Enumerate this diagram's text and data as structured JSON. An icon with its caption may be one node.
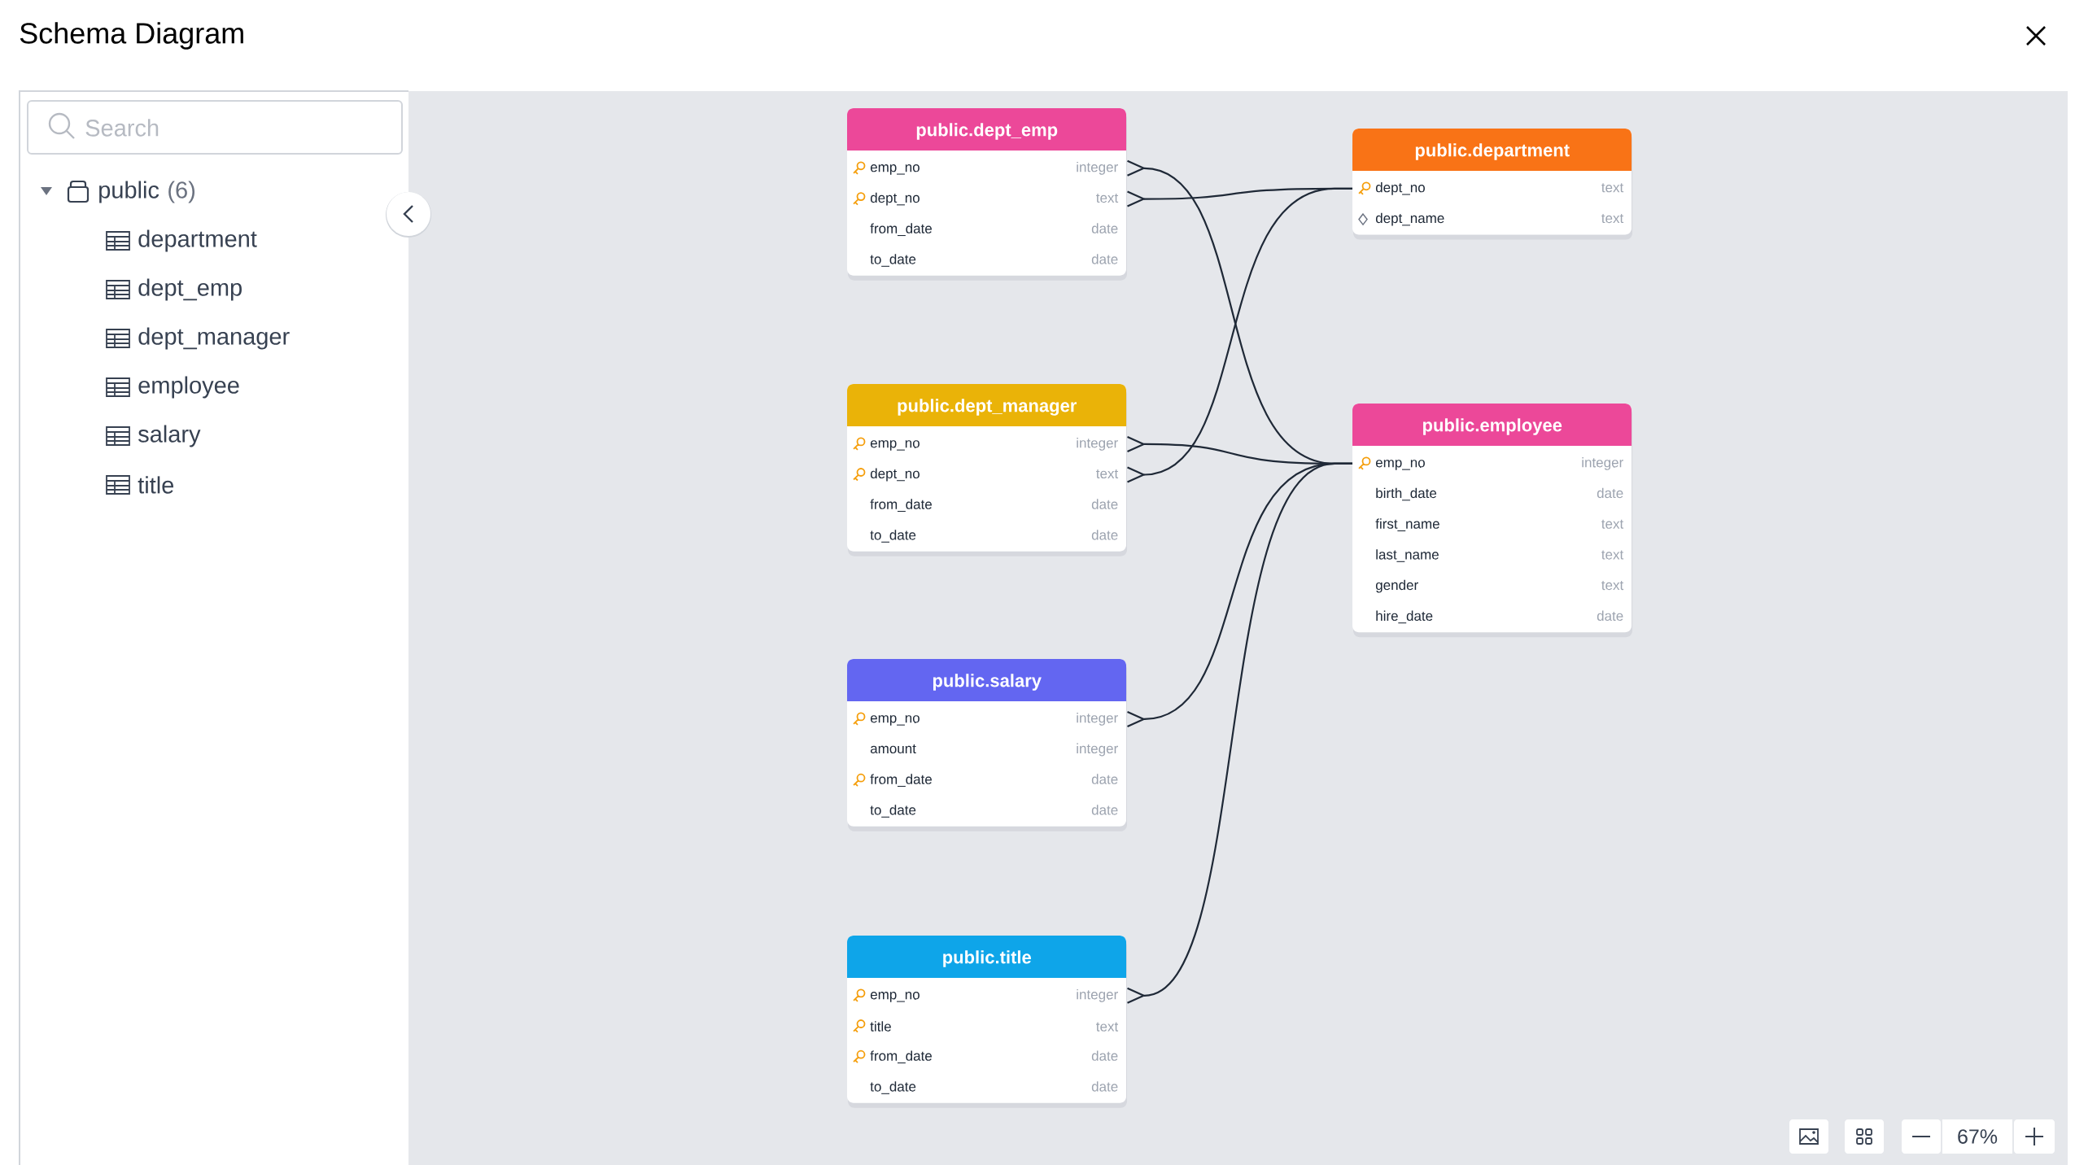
{
  "diagram": {
    "title": "Schema Diagram",
    "nodes": [
      {
        "text": [
          "public.dept_emp"
        ]
      },
      {
        "text": [
          "emp_no",
          "integer"
        ],
        "in": 0
      },
      {
        "text": [
          "dept_no",
          "text"
        ],
        "in": 0
      },
      {
        "text": [
          "from_date",
          "date"
        ],
        "in": 0
      },
      {
        "text": [
          "to_date",
          "date"
        ],
        "in": 0
      },
      {
        "text": [
          "public.department"
        ]
      },
      {
        "text": [
          "dept_no",
          "text"
        ],
        "in": 5
      },
      {
        "text": [
          "dept_name",
          "text"
        ],
        "in": 5
      },
      {
        "text": [
          "public.dept_manager"
        ]
      },
      {
        "text": [
          "emp_no",
          "integer"
        ],
        "in": 8
      },
      {
        "text": [
          "dept_no",
          "text"
        ],
        "in": 8
      },
      {
        "text": [
          "from_date",
          "date"
        ],
        "in": 8
      },
      {
        "text": [
          "to_date",
          "date"
        ],
        "in": 8
      },
      {
        "text": [
          "public.employee"
        ]
      },
      {
        "text": [
          "emp_no",
          "integer"
        ],
        "in": 13
      },
      {
        "text": [
          "birth_date",
          "date"
        ],
        "in": 13
      },
      {
        "text": [
          "first_name",
          "text"
        ],
        "in": 13
      },
      {
        "text": [
          "last_name",
          "text"
        ],
        "in": 13
      },
      {
        "text": [
          "gender",
          "text"
        ],
        "in": 13
      },
      {
        "text": [
          "hire_date",
          "date"
        ],
        "in": 13
      },
      {
        "text": [
          "public.salary"
        ]
      },
      {
        "text": [
          "emp_no",
          "integer"
        ],
        "in": 20
      },
      {
        "text": [
          "amount",
          "integer"
        ],
        "in": 20
      },
      {
        "text": [
          "from_date",
          "date"
        ],
        "in": 20
      },
      {
        "text": [
          "to_date",
          "date"
        ],
        "in": 20
      },
      {
        "text": [
          "public.title"
        ]
      },
      {
        "text": [
          "emp_no",
          "integer"
        ],
        "in": 25
      },
      {
        "text": [
          "title",
          "text"
        ],
        "in": 25
      },
      {
        "text": [
          "from_date",
          "date"
        ],
        "in": 25
      },
      {
        "text": [
          "to_date",
          "date"
        ],
        "in": 25
      }
    ],
    "edges": [
      {
        "from": 1,
        "to": 14,
        "arrow": "other"
      },
      {
        "from": 2,
        "to": 6,
        "arrow": "other"
      },
      {
        "from": 9,
        "to": 14,
        "arrow": "other"
      },
      {
        "from": 10,
        "to": 6,
        "arrow": "other"
      },
      {
        "from": 21,
        "to": 14,
        "arrow": "other"
      },
      {
        "from": 26,
        "to": 14,
        "arrow": "other"
      }
    ],
    "labels": [
      "Search",
      "public",
      "(6)",
      "department",
      "dept_emp",
      "dept_manager",
      "employee",
      "salary",
      "title",
      "67%"
    ]
  }
}
